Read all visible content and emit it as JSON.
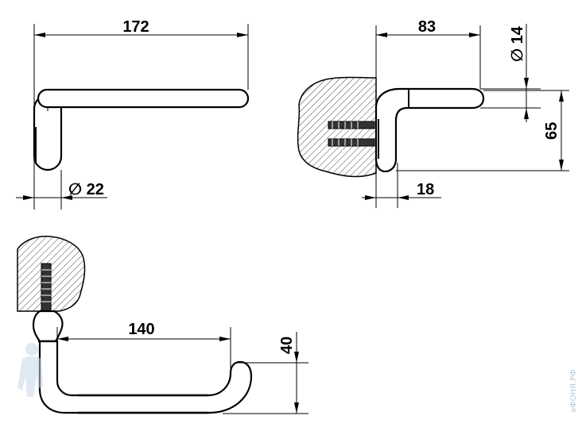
{
  "dimensions": {
    "length_top": "172",
    "diameter_top": "∅ 22",
    "depth_side": "83",
    "diameter_side": "∅ 14",
    "height_side": "65",
    "offset_side": "18",
    "length_bottom": "140",
    "height_bottom": "40"
  },
  "watermark": "аФОНЯ.РФ",
  "colors": {
    "line": "#000000",
    "hatch": "#555555",
    "watermark": "#b9c9d6"
  }
}
